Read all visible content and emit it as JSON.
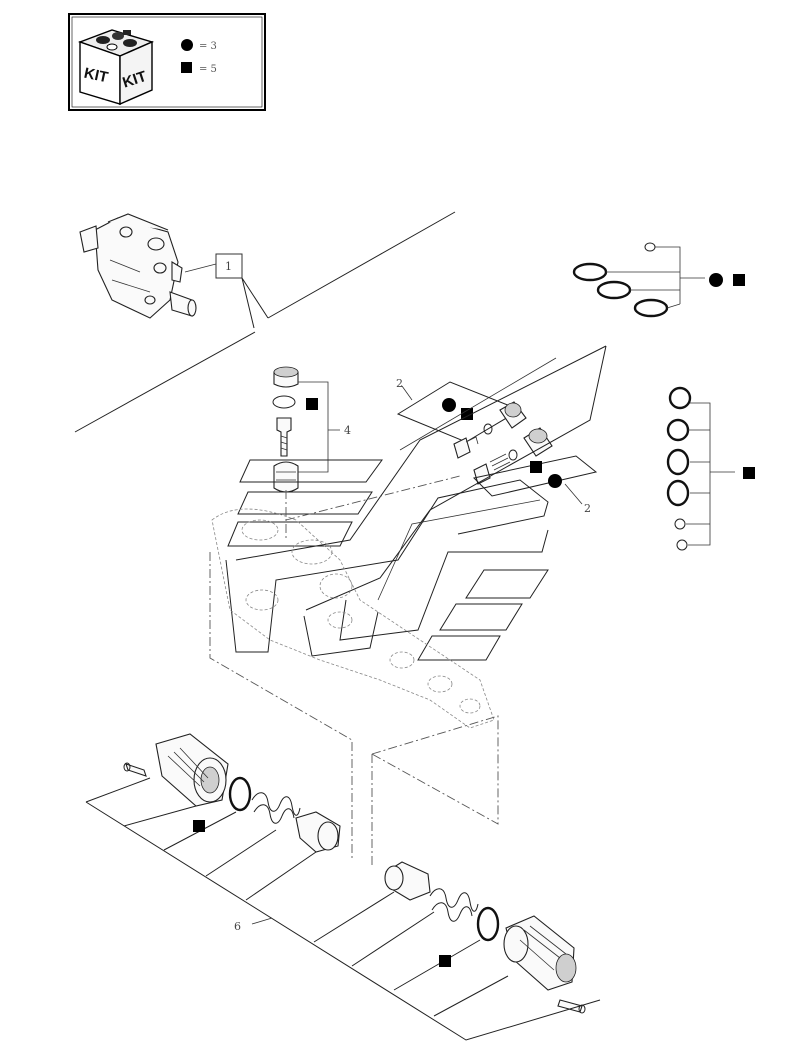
{
  "legend": {
    "kit_labels": [
      "KIT",
      "KIT"
    ],
    "circle_text": "= 3",
    "square_text": "= 5"
  },
  "callouts": {
    "ref_1": "1",
    "ref_2_top": "2",
    "ref_2_bottom": "2",
    "ref_4": "4",
    "ref_6": "6"
  },
  "colors": {
    "line": "#222222",
    "marker": "#111111",
    "background": "#ffffff"
  }
}
